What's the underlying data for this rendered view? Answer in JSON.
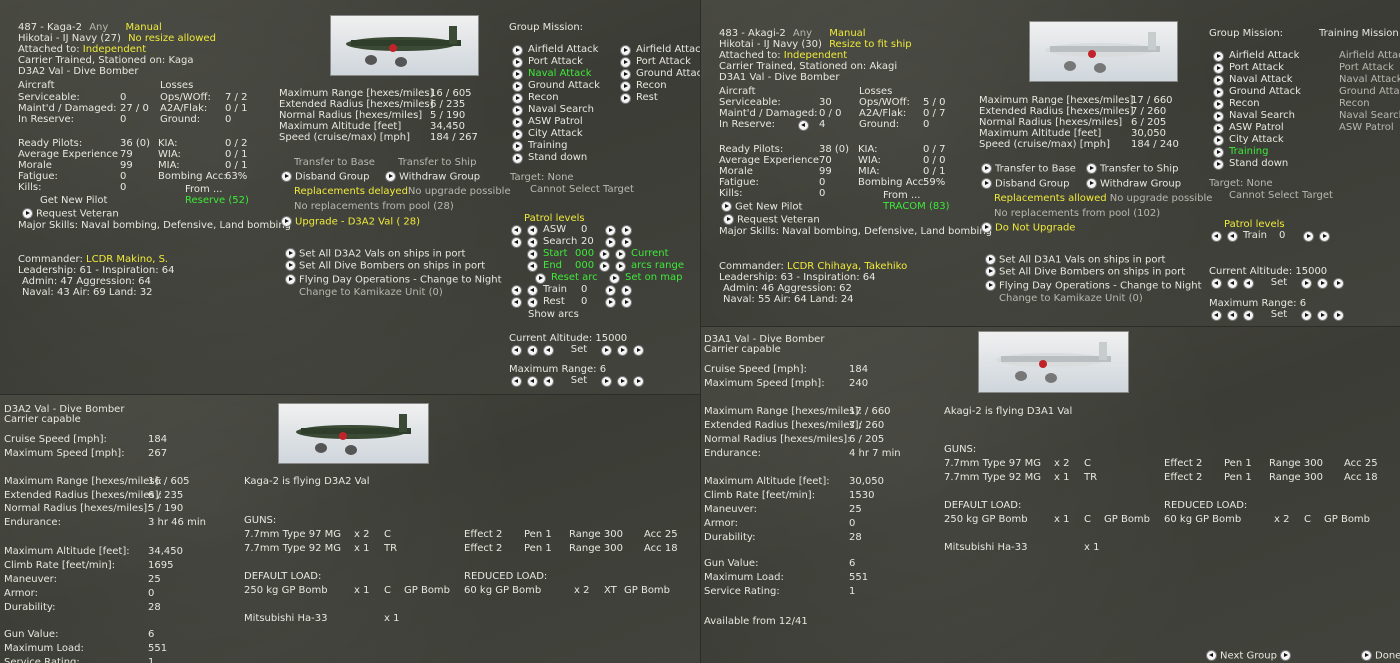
{
  "kaga": {
    "title": "487 - Kaga-2",
    "any": "Any",
    "mode": "Manual",
    "hq": "Hikotai - IJ Navy (27)",
    "resize": "No resize allowed",
    "attached_label": "Attached to:",
    "attached": "Independent",
    "carrier": "Carrier Trained, Stationed on: Kaga",
    "type": "D3A2 Val - Dive Bomber",
    "aircraft_header": "Aircraft",
    "losses_header": "Losses",
    "stats_left": [
      {
        "label": "Serviceable:",
        "value": "0"
      },
      {
        "label": "Maint'd / Damaged:",
        "value": "27 / 0"
      },
      {
        "label": "In Reserve:",
        "value": "0"
      }
    ],
    "stats_right": [
      {
        "label": "Ops/WOff:",
        "value": "7 / 2"
      },
      {
        "label": "A2A/Flak:",
        "value": "0 / 1"
      },
      {
        "label": "Ground:",
        "value": "0"
      }
    ],
    "pilots_left": [
      {
        "label": "Ready Pilots:",
        "value": "36 (0)"
      },
      {
        "label": "Average Experience",
        "value": "79"
      },
      {
        "label": "Morale",
        "value": "99"
      },
      {
        "label": "Fatigue:",
        "value": "0"
      },
      {
        "label": "Kills:",
        "value": "0"
      }
    ],
    "pilots_right": [
      {
        "label": "KIA:",
        "value": "0 / 2"
      },
      {
        "label": "WIA:",
        "value": "0 / 1"
      },
      {
        "label": "MIA:",
        "value": "0 / 1"
      },
      {
        "label": "Bombing Acc:",
        "value": "63%"
      }
    ],
    "from_label": "From ...",
    "from_value": "Reserve (52)",
    "get_new_pilot": "Get New Pilot",
    "request_veteran": "Request Veteran",
    "skills": "Major Skills: Naval bombing, Defensive, Land bombing",
    "commander_label": "Commander:",
    "commander": "LCDR Makino, S.",
    "leadership": "Leadership: 61 - Inspiration: 64",
    "admin": "Admin: 47  Aggression: 64",
    "naval": "Naval: 43  Air: 69  Land: 32",
    "perf": [
      {
        "label": "Maximum Range [hexes/miles]",
        "value": "16 / 605"
      },
      {
        "label": "Extended Radius [hexes/miles]",
        "value": "6 / 235"
      },
      {
        "label": "Normal Radius [hexes/miles]",
        "value": "5 / 190"
      },
      {
        "label": "Maximum Altitude [feet]",
        "value": "34,450"
      },
      {
        "label": "Speed (cruise/max) [mph]",
        "value": "184 / 267"
      }
    ],
    "transfer_base": "Transfer to Base",
    "transfer_ship": "Transfer to Ship",
    "disband": "Disband Group",
    "withdraw": "Withdraw Group",
    "repl_delayed": "Replacements delayed",
    "no_upgrade": "No upgrade possible",
    "no_repl": "No replacements from pool (28)",
    "upgrade": "Upgrade - D3A2 Val  ( 28)",
    "set_all_1": "Set All D3A2 Vals on ships in port",
    "set_all_2": "Set All Dive Bombers on ships in port",
    "day_ops": "Flying Day Operations - Change to Night",
    "kamikaze": "Change to Kamikaze Unit (0)",
    "group_mission": "Group Mission:",
    "missions_left": [
      "Airfield Attack",
      "Port Attack",
      "Naval Attack",
      "Ground Attack",
      "Recon",
      "Naval Search",
      "ASW Patrol",
      "City Attack",
      "Training",
      "Stand down"
    ],
    "missions_right": [
      "Airfield Attac",
      "Port Attack",
      "Ground Attac",
      "Recon",
      "Rest"
    ],
    "target": "Target: None",
    "cannot_target": "Cannot Select Target",
    "patrol_levels": "Patrol levels",
    "asw": "ASW",
    "asw_val": "0",
    "search": "Search",
    "search_val": "20",
    "start": "Start",
    "start_val": "000",
    "end": "End",
    "end_val": "000",
    "current": "Current",
    "arcs_range": "arcs range",
    "reset_arc": "Reset arc",
    "set_on_map": "Set on map",
    "train": "Train",
    "train_val": "0",
    "rest": "Rest",
    "rest_val": "0",
    "show_arcs": "Show arcs",
    "current_alt": "Current Altitude: 15000",
    "set": "Set",
    "max_range": "Maximum Range: 6"
  },
  "akagi": {
    "title": "483 - Akagi-2",
    "any": "Any",
    "mode": "Manual",
    "hq": "Hikotai - IJ Navy (30)",
    "resize": "Resize to fit ship",
    "attached_label": "Attached to:",
    "attached": "Independent",
    "carrier": "Carrier Trained, Stationed on: Akagi",
    "type": "D3A1 Val - Dive Bomber",
    "aircraft_header": "Aircraft",
    "losses_header": "Losses",
    "stats_left": [
      {
        "label": "Serviceable:",
        "value": "30"
      },
      {
        "label": "Maint'd / Damaged:",
        "value": "0 / 0"
      },
      {
        "label": "In Reserve:",
        "value": "4"
      }
    ],
    "stats_right": [
      {
        "label": "Ops/WOff:",
        "value": "5 / 0"
      },
      {
        "label": "A2A/Flak:",
        "value": "0 / 7"
      },
      {
        "label": "Ground:",
        "value": "0"
      }
    ],
    "pilots_left": [
      {
        "label": "Ready Pilots:",
        "value": "38 (0)"
      },
      {
        "label": "Average Experience",
        "value": "70"
      },
      {
        "label": "Morale",
        "value": "99"
      },
      {
        "label": "Fatigue:",
        "value": "0"
      },
      {
        "label": "Kills:",
        "value": "0"
      }
    ],
    "pilots_right": [
      {
        "label": "KIA:",
        "value": "0 / 7"
      },
      {
        "label": "WIA:",
        "value": "0 / 0"
      },
      {
        "label": "MIA:",
        "value": "0 / 1"
      },
      {
        "label": "Bombing Acc:",
        "value": "59%"
      }
    ],
    "from_label": "From ...",
    "from_value": "TRACOM (83)",
    "get_new_pilot": "Get New Pilot",
    "request_veteran": "Request Veteran",
    "skills": "Major Skills: Naval bombing, Defensive, Land bombing",
    "commander_label": "Commander:",
    "commander": "LCDR Chihaya, Takehiko",
    "leadership": "Leadership: 63 - Inspiration: 64",
    "admin": "Admin: 46  Aggression: 62",
    "naval": "Naval: 55  Air: 64  Land: 24",
    "perf": [
      {
        "label": "Maximum Range [hexes/miles]",
        "value": "17 / 660"
      },
      {
        "label": "Extended Radius [hexes/miles]",
        "value": "7 / 260"
      },
      {
        "label": "Normal Radius [hexes/miles]",
        "value": "6 / 205"
      },
      {
        "label": "Maximum Altitude [feet]",
        "value": "30,050"
      },
      {
        "label": "Speed (cruise/max) [mph]",
        "value": "184 / 240"
      }
    ],
    "transfer_base": "Transfer to Base",
    "transfer_ship": "Transfer to Ship",
    "disband": "Disband Group",
    "withdraw": "Withdraw Group",
    "repl_allowed": "Replacements allowed",
    "no_upgrade": "No upgrade possible",
    "no_repl": "No replacements from pool (102)",
    "do_not_upgrade": "Do Not Upgrade",
    "set_all_1": "Set All D3A1 Vals on ships in port",
    "set_all_2": "Set All Dive Bombers on ships in port",
    "day_ops": "Flying Day Operations - Change to Night",
    "kamikaze": "Change to Kamikaze Unit (0)",
    "group_mission": "Group Mission:",
    "training_mission": "Training Mission",
    "missions_left": [
      "Airfield Attack",
      "Port Attack",
      "Naval Attack",
      "Ground Attack",
      "Recon",
      "Naval Search",
      "ASW Patrol",
      "City Attack",
      "Training",
      "Stand down"
    ],
    "missions_right": [
      "Airfield Attack",
      "Port Attack",
      "Naval Attack",
      "Ground Attack",
      "Recon",
      "Naval Search",
      "ASW Patrol"
    ],
    "target": "Target: None",
    "cannot_target": "Cannot Select Target",
    "patrol_levels": "Patrol levels",
    "train": "Train",
    "train_val": "0",
    "current_alt": "Current Altitude: 15000",
    "set": "Set",
    "max_range": "Maximum Range: 6"
  },
  "val2": {
    "name": "D3A2 Val - Dive Bomber",
    "carrier": "Carrier capable",
    "cruise_label": "Cruise Speed [mph]:",
    "cruise": "184",
    "max_speed_label": "Maximum Speed [mph]:",
    "max_speed": "267",
    "range_rows": [
      {
        "label": "Maximum Range [hexes/miles]:",
        "value": "16 / 605"
      },
      {
        "label": "Extended Radius [hexes/miles]:",
        "value": "6 / 235"
      },
      {
        "label": "Normal Radius [hexes/miles]:",
        "value": "5 / 190"
      },
      {
        "label": "Endurance:",
        "value": "3 hr 46 min"
      }
    ],
    "alt_rows": [
      {
        "label": "Maximum Altitude [feet]:",
        "value": "34,450"
      },
      {
        "label": "Climb Rate [feet/min]:",
        "value": "1695"
      },
      {
        "label": "Maneuver:",
        "value": "25"
      },
      {
        "label": "Armor:",
        "value": "0"
      },
      {
        "label": "Durability:",
        "value": "28"
      }
    ],
    "gun_rows": [
      {
        "label": "Gun Value:",
        "value": "6"
      },
      {
        "label": "Maximum Load:",
        "value": "551"
      },
      {
        "label": "Service Rating:",
        "value": "1"
      }
    ],
    "flying": "Kaga-2 is flying D3A2 Val",
    "guns_header": "GUNS:",
    "guns": [
      {
        "name": "7.7mm Type 97 MG",
        "count": "x 2",
        "arc": "C",
        "effect": "Effect 2",
        "pen": "Pen 1",
        "range": "Range 300",
        "acc": "Acc 25"
      },
      {
        "name": "7.7mm Type 92 MG",
        "count": "x 1",
        "arc": "TR",
        "effect": "Effect 2",
        "pen": "Pen 1",
        "range": "Range 300",
        "acc": "Acc 18"
      }
    ],
    "default_load_header": "DEFAULT LOAD:",
    "reduced_load_header": "REDUCED LOAD:",
    "default_load": {
      "name": "250 kg GP Bomb",
      "count": "x 1",
      "arc": "C",
      "kind": "GP Bomb"
    },
    "reduced_load": {
      "name": "60 kg GP Bomb",
      "count": "x 2",
      "arc": "XT",
      "kind": "GP Bomb"
    },
    "engine": "Mitsubishi Ha-33",
    "engine_count": "x 1"
  },
  "val1": {
    "name": "D3A1 Val - Dive Bomber",
    "carrier": "Carrier capable",
    "cruise_label": "Cruise Speed [mph]:",
    "cruise": "184",
    "max_speed_label": "Maximum Speed [mph]:",
    "max_speed": "240",
    "range_rows": [
      {
        "label": "Maximum Range [hexes/miles]:",
        "value": "17 / 660"
      },
      {
        "label": "Extended Radius [hexes/miles]:",
        "value": "7 / 260"
      },
      {
        "label": "Normal Radius [hexes/miles]:",
        "value": "6 / 205"
      },
      {
        "label": "Endurance:",
        "value": "4 hr 7 min"
      }
    ],
    "alt_rows": [
      {
        "label": "Maximum Altitude [feet]:",
        "value": "30,050"
      },
      {
        "label": "Climb Rate [feet/min]:",
        "value": "1530"
      },
      {
        "label": "Maneuver:",
        "value": "25"
      },
      {
        "label": "Armor:",
        "value": "0"
      },
      {
        "label": "Durability:",
        "value": "28"
      }
    ],
    "gun_rows": [
      {
        "label": "Gun Value:",
        "value": "6"
      },
      {
        "label": "Maximum Load:",
        "value": "551"
      },
      {
        "label": "Service Rating:",
        "value": "1"
      }
    ],
    "available": "Available from 12/41",
    "flying": "Akagi-2 is flying D3A1 Val",
    "guns_header": "GUNS:",
    "guns": [
      {
        "name": "7.7mm Type 97 MG",
        "count": "x 2",
        "arc": "C",
        "effect": "Effect 2",
        "pen": "Pen 1",
        "range": "Range 300",
        "acc": "Acc 25"
      },
      {
        "name": "7.7mm Type 92 MG",
        "count": "x 1",
        "arc": "TR",
        "effect": "Effect 2",
        "pen": "Pen 1",
        "range": "Range 300",
        "acc": "Acc 18"
      }
    ],
    "default_load_header": "DEFAULT LOAD:",
    "reduced_load_header": "REDUCED LOAD:",
    "default_load": {
      "name": "250 kg GP Bomb",
      "count": "x 1",
      "arc": "C",
      "kind": "GP Bomb"
    },
    "reduced_load": {
      "name": "60 kg GP Bomb",
      "count": "x 2",
      "arc": "C",
      "kind": "GP Bomb"
    },
    "engine": "Mitsubishi Ha-33",
    "engine_count": "x 1"
  },
  "footer": {
    "next_group": "Next Group",
    "done": "Done"
  },
  "colors": {
    "highlight_yellow": "#f0ea3a",
    "highlight_green": "#3ee83a",
    "background": "#3c3d37",
    "text": "#e8e8e0"
  }
}
